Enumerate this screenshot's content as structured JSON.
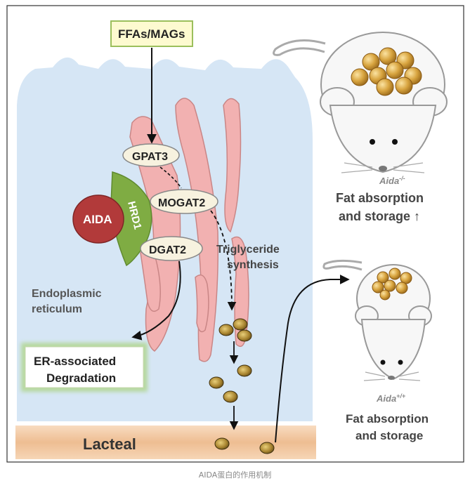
{
  "labels": {
    "input": "FFAs/MAGs",
    "gpat3": "GPAT3",
    "mogat2": "MOGAT2",
    "dgat2": "DGAT2",
    "aida": "AIDA",
    "hrd1": "HRD1",
    "triglyceride_line1": "Triglyceride",
    "triglyceride_line2": "synthesis",
    "er_line1": "Endoplasmic",
    "er_line2": "reticulum",
    "erad_line1": "ER-associated",
    "erad_line2": "Degradation",
    "lacteal": "Lacteal"
  },
  "mouse_ko": {
    "genotype_base": "Aida",
    "genotype_sup": "-/-",
    "line1": "Fat absorption",
    "line2": "and storage ↑"
  },
  "mouse_wt": {
    "genotype_base": "Aida",
    "genotype_sup": "+/+",
    "line1": "Fat absorption",
    "line2": "and storage"
  },
  "caption": "AIDA蛋白的作用机制",
  "colors": {
    "cell": "#d6e6f5",
    "er": "#f2b1b1",
    "er_stroke": "#c98686",
    "aida": "#b23a3a",
    "hrd1": "#7fac43",
    "lacteal": "#f0c39a",
    "input_box": "#fdfad0",
    "fat": "#d6a23c"
  }
}
